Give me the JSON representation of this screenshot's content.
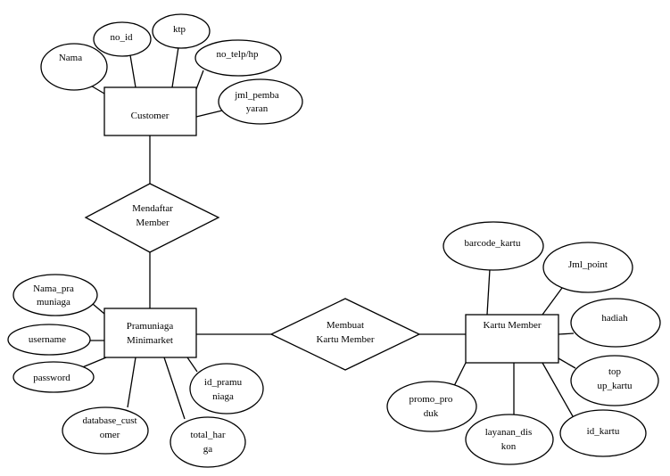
{
  "entities": {
    "customer": "Customer",
    "pramuniaga": [
      "Pramuniaga",
      "Minimarket"
    ],
    "kartu_member": "Kartu Member"
  },
  "relationships": {
    "mendaftar_member": [
      "Mendaftar",
      "Member"
    ],
    "membuat_kartu_member": [
      "Membuat",
      "Kartu Member"
    ]
  },
  "attributes": {
    "customer": {
      "nama": "Nama",
      "no_id": "no_id",
      "ktp": "ktp",
      "no_telp": "no_telp/hp",
      "jml_pembayaran": [
        "jml_pemba",
        "yaran"
      ]
    },
    "pramuniaga": {
      "nama_pramuniaga": [
        "Nama_pra",
        "muniaga"
      ],
      "username": "username",
      "password": "password",
      "database_customer": [
        "database_cust",
        "omer"
      ],
      "total_harga": [
        "total_har",
        "ga"
      ],
      "id_pramuniaga": [
        "id_pramu",
        "niaga"
      ]
    },
    "kartu_member": {
      "barcode_kartu": "barcode_kartu",
      "jml_point": "Jml_point",
      "hadiah": "hadiah",
      "top_up_kartu": [
        "top",
        "up_kartu"
      ],
      "id_kartu": "id_kartu",
      "layanan_diskon": [
        "layanan_dis",
        "kon"
      ],
      "promo_produk": [
        "promo_pro",
        "duk"
      ]
    }
  }
}
